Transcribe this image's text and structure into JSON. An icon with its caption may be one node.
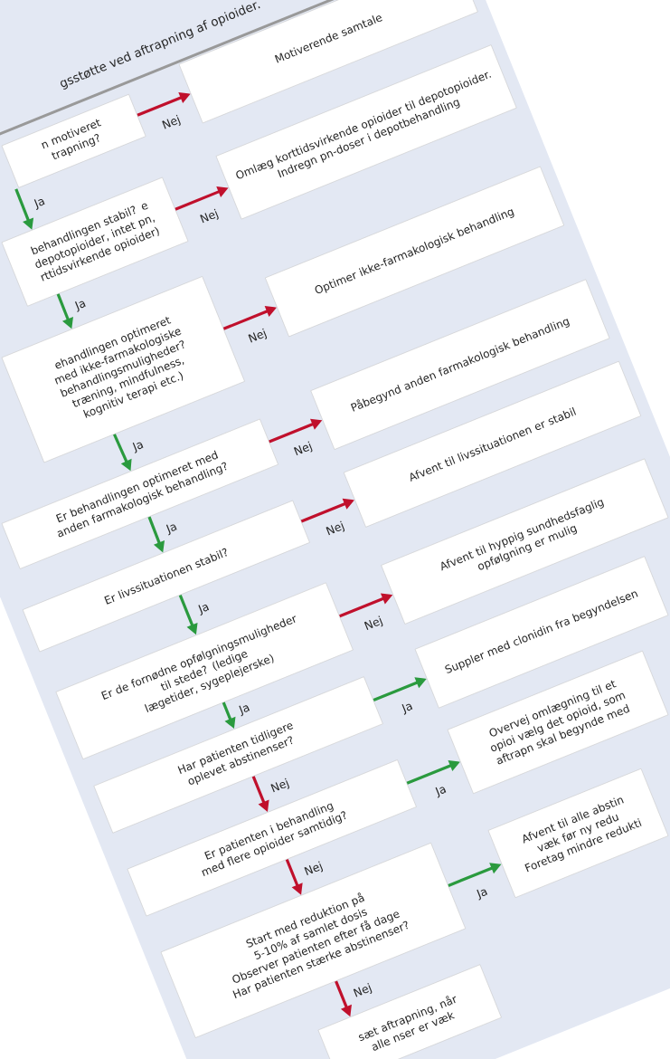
{
  "diagram": {
    "title": "gsstøtte ved aftrapning af opioider.",
    "nodes": [
      {
        "text": [
          "n motiveret trapning?"
        ]
      },
      {
        "text": [
          "Motiverende samtale"
        ]
      },
      {
        "text": [
          "behandlingen stabil? e depotopioider, intet pn, rttidsvirkende opioider)"
        ]
      },
      {
        "text": [
          "Omlæg korttidsvirkende opioider til depotopioider. Indregn pn-doser i depotbehandling"
        ]
      },
      {
        "text": [
          "ehandlingen optimeret med ikke-farmakologiske behandlingsmuligheder? træning, mindfulness, kognitiv terapi etc.)"
        ]
      },
      {
        "text": [
          "Optimer ikke-farmakologisk behandling"
        ]
      },
      {
        "text": [
          "Er behandlingen optimeret med anden farmakologisk behandling?"
        ]
      },
      {
        "text": [
          "Påbegynd anden farmakologisk behandling"
        ]
      },
      {
        "text": [
          "Er livssituationen stabil?"
        ]
      },
      {
        "text": [
          "Afvent til livssituationen er stabil"
        ]
      },
      {
        "text": [
          "Er de fornødne opfølgningsmuligheder til stede? (ledige lægetider, sygeplejerske)"
        ]
      },
      {
        "text": [
          "Afvent til hyppig sundhedsfaglig opfølgning er mulig"
        ]
      },
      {
        "text": [
          "Har patienten tidligere oplevet abstinenser?"
        ]
      },
      {
        "text": [
          "Suppler med clonidin fra begyndelsen"
        ]
      },
      {
        "text": [
          "Er patienten i behandling med flere opioider samtidig?"
        ]
      },
      {
        "text": [
          "Overvej omlægning til et opioi vælg det opioid, som aftrapn skal begynde med"
        ]
      },
      {
        "text": [
          "Start med reduktion på 5-10% af samlet dosis",
          "Observer patienten efter få dage",
          "Har patienten stærke abstinenser?"
        ]
      },
      {
        "text": [
          "Afvent til alle abstin væk før ny redu",
          "Foretag mindre redukti"
        ]
      },
      {
        "text": [
          "sæt aftrapning, når alle nser er væk"
        ]
      }
    ],
    "edges": [
      {
        "from": 0,
        "to": 1,
        "arrow": "to",
        "label": "Nej",
        "color": "#c0102c"
      },
      {
        "from": 0,
        "to": 2,
        "arrow": "to",
        "label": "Ja",
        "color": "#2a9a3e"
      },
      {
        "from": 2,
        "to": 3,
        "arrow": "to",
        "label": "Nej",
        "color": "#c0102c"
      },
      {
        "from": 2,
        "to": 4,
        "arrow": "to",
        "label": "Ja",
        "color": "#2a9a3e"
      },
      {
        "from": 4,
        "to": 5,
        "arrow": "to",
        "label": "Nej",
        "color": "#c0102c"
      },
      {
        "from": 4,
        "to": 6,
        "arrow": "to",
        "label": "Ja",
        "color": "#2a9a3e"
      },
      {
        "from": 6,
        "to": 7,
        "arrow": "to",
        "label": "Nej",
        "color": "#c0102c"
      },
      {
        "from": 6,
        "to": 8,
        "arrow": "to",
        "label": "Ja",
        "color": "#2a9a3e"
      },
      {
        "from": 8,
        "to": 9,
        "arrow": "to",
        "label": "Nej",
        "color": "#c0102c"
      },
      {
        "from": 8,
        "to": 10,
        "arrow": "to",
        "label": "Ja",
        "color": "#2a9a3e"
      },
      {
        "from": 10,
        "to": 11,
        "arrow": "to",
        "label": "Nej",
        "color": "#c0102c"
      },
      {
        "from": 10,
        "to": 12,
        "arrow": "to",
        "label": "Ja",
        "color": "#2a9a3e"
      },
      {
        "from": 12,
        "to": 13,
        "arrow": "to",
        "label": "Ja",
        "color": "#2a9a3e"
      },
      {
        "from": 12,
        "to": 14,
        "arrow": "to",
        "label": "Nej",
        "color": "#c0102c"
      },
      {
        "from": 14,
        "to": 15,
        "arrow": "to",
        "label": "Ja",
        "color": "#2a9a3e"
      },
      {
        "from": 14,
        "to": 16,
        "arrow": "to",
        "label": "Nej",
        "color": "#c0102c"
      },
      {
        "from": 16,
        "to": 17,
        "arrow": "to",
        "label": "Ja",
        "color": "#2a9a3e"
      },
      {
        "from": 16,
        "to": 18,
        "arrow": "to",
        "label": "Nej",
        "color": "#c0102c"
      }
    ]
  }
}
